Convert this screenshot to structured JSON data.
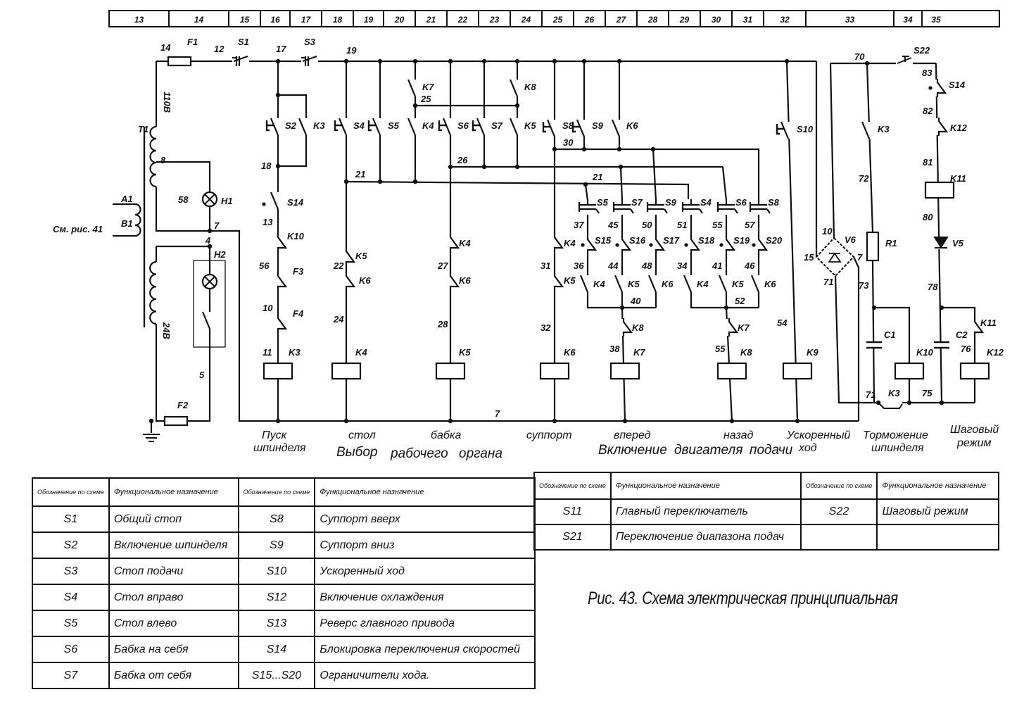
{
  "zones": [
    "13",
    "14",
    "15",
    "16",
    "17",
    "18",
    "19",
    "20",
    "21",
    "22",
    "23",
    "24",
    "25",
    "26",
    "27",
    "28",
    "29",
    "30",
    "31",
    "32",
    "33",
    "34",
    "35"
  ],
  "schematic": {
    "labels_top": [
      "14",
      "F1",
      "12",
      "S1",
      "17",
      "S3",
      "19"
    ],
    "labels_transformer": [
      "T1",
      "110В",
      "8",
      "58",
      "H1",
      "7",
      "4",
      "H2",
      "24В",
      "5",
      "F2",
      "A1",
      "B1",
      "См. рис. 41"
    ],
    "labels_spindle": [
      "S2",
      "K3",
      "18",
      "S14",
      "13",
      "K10",
      "56",
      "F3",
      "10",
      "F4",
      "11",
      "K3"
    ],
    "labels_select": [
      "S4",
      "21",
      "K5",
      "22",
      "K6",
      "24",
      "K4",
      "S5",
      "K7",
      "25",
      "K4",
      "S6",
      "26",
      "K4",
      "27",
      "K6",
      "28",
      "K5",
      "S7",
      "K8",
      "K5"
    ],
    "labels_support": [
      "S8",
      "S9",
      "K6",
      "30",
      "21",
      "K4",
      "31",
      "K5",
      "32",
      "K6"
    ],
    "labels_feed_buttons": [
      "S5",
      "S7",
      "S9",
      "S4",
      "S6",
      "S8"
    ],
    "labels_feed_upper": [
      "37",
      "45",
      "50",
      "51",
      "55",
      "57"
    ],
    "labels_feed_limits": [
      "S15",
      "S16",
      "S17",
      "S18",
      "S19",
      "S20"
    ],
    "labels_feed_lower": [
      "36",
      "44",
      "48",
      "34",
      "41",
      "46"
    ],
    "labels_feed_contacts": [
      "K4",
      "K5",
      "K6",
      "K4",
      "K5",
      "K6"
    ],
    "labels_feed_coils": [
      "40",
      "52",
      "K8",
      "K7",
      "38",
      "K7",
      "55",
      "K8"
    ],
    "labels_right": [
      "S10",
      "54",
      "K9",
      "15",
      "10",
      "V6",
      "7",
      "71",
      "70",
      "S22",
      "K3",
      "72",
      "R1",
      "73",
      "C1",
      "K10",
      "71",
      "K3",
      "75",
      "83",
      "S14",
      "82",
      "K12",
      "81",
      "K11",
      "80",
      "V5",
      "78",
      "C2",
      "K11",
      "76",
      "K12"
    ],
    "bus_label": "7",
    "captions_row1": [
      "Пуск",
      "шпинделя",
      "стол",
      "бабка",
      "суппорт",
      "вперед",
      "назад",
      "Ускоренный",
      "ход",
      "Торможение",
      "шпинделя",
      "Шаговый",
      "режим"
    ],
    "captions_row2": [
      "Выбор",
      "рабочего",
      "органа",
      "Включение",
      "двигателя",
      "подачи"
    ]
  },
  "table1": {
    "headers": [
      "Обозначение по схеме",
      "Функциональное назначение",
      "Обозначение по схеме",
      "Функциональное назначение"
    ],
    "rows": [
      [
        "S1",
        "Общий стоп",
        "S8",
        "Суппорт вверх"
      ],
      [
        "S2",
        "Включение шпинделя",
        "S9",
        "Суппорт вниз"
      ],
      [
        "S3",
        "Стоп подачи",
        "S10",
        "Ускоренный ход"
      ],
      [
        "S4",
        "Стол вправо",
        "S12",
        "Включение охлаждения"
      ],
      [
        "S5",
        "Стол влево",
        "S13",
        "Реверс главного привода"
      ],
      [
        "S6",
        "Бабка на себя",
        "S14",
        "Блокировка переключения скоростей"
      ],
      [
        "S7",
        "Бабка от себя",
        "S15...S20",
        "Ограничители хода."
      ]
    ]
  },
  "table2": {
    "headers": [
      "Обозначение по схеме",
      "Функциональное назначение",
      "Обозначение по схеме",
      "Функциональное назначение"
    ],
    "rows": [
      [
        "S11",
        "Главный переключатель",
        "S22",
        "Шаговый режим"
      ],
      [
        "S21",
        "Переключение диапазона подач",
        "",
        ""
      ]
    ]
  },
  "caption": "Рис. 43. Схема электрическая принципиальная"
}
